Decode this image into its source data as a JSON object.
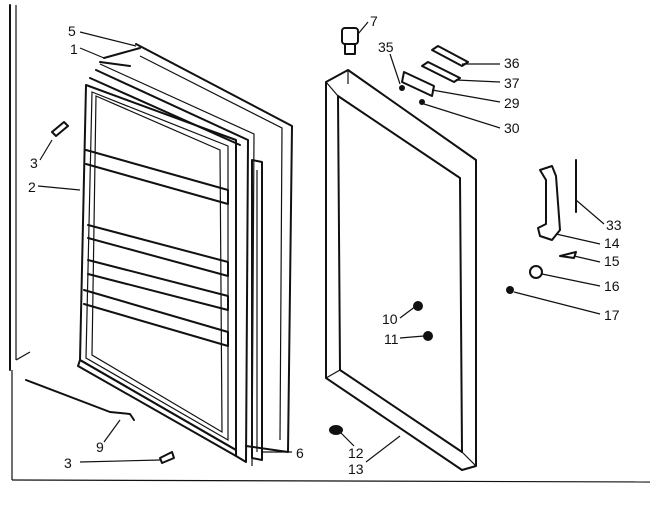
{
  "callouts": {
    "p1": "1",
    "p2": "2",
    "p3a": "3",
    "p3b": "3",
    "p5": "5",
    "p6": "6",
    "p7": "7",
    "p9": "9",
    "p10": "10",
    "p11": "11",
    "p12": "12",
    "p13": "13",
    "p14": "14",
    "p15": "15",
    "p16": "16",
    "p17": "17",
    "p29": "29",
    "p30": "30",
    "p33": "33",
    "p35": "35",
    "p36": "36",
    "p37": "37"
  }
}
